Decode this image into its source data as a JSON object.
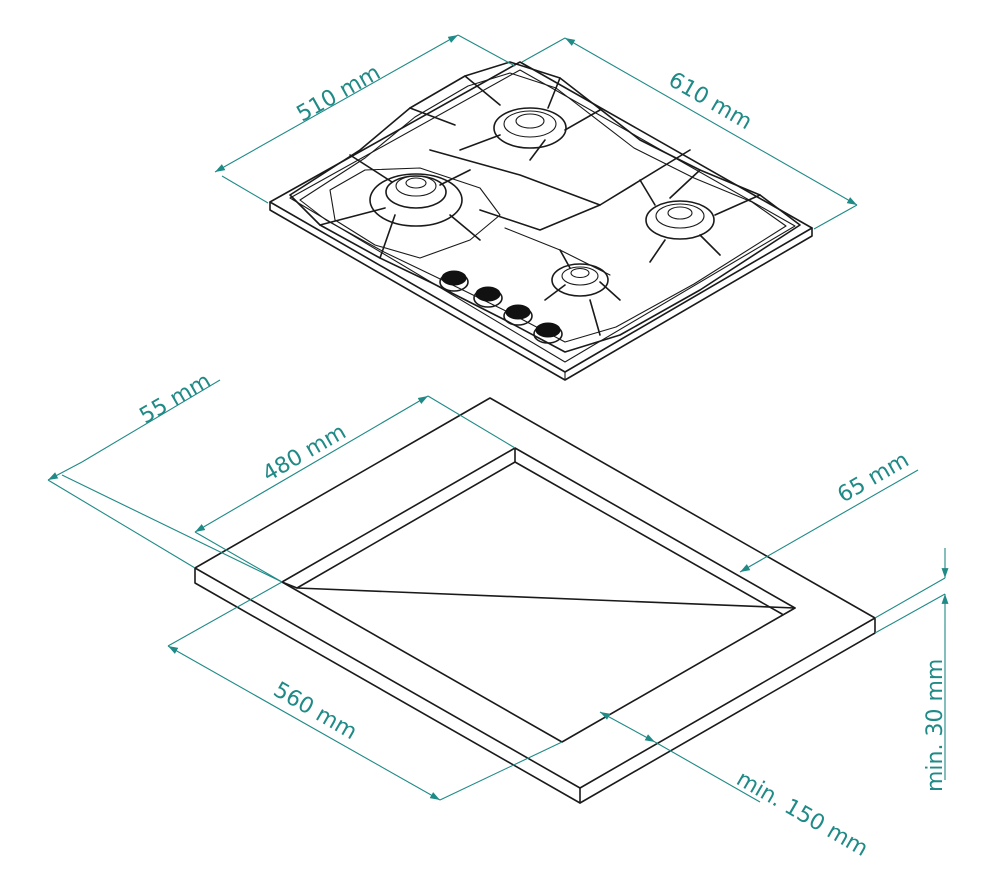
{
  "colors": {
    "dimension": "#1f8a86",
    "line": "#1a1a1a",
    "background": "#ffffff"
  },
  "hob": {
    "width_label": "510 mm",
    "depth_label": "610 mm",
    "burners": 4,
    "knobs": 4
  },
  "cutout": {
    "front_margin_label": "55 mm",
    "cutout_width_label": "480 mm",
    "side_margin_label": "65 mm",
    "cutout_depth_label": "560 mm",
    "min_thickness_label": "min. 30 mm",
    "min_back_clearance_label": "min. 150 mm"
  }
}
